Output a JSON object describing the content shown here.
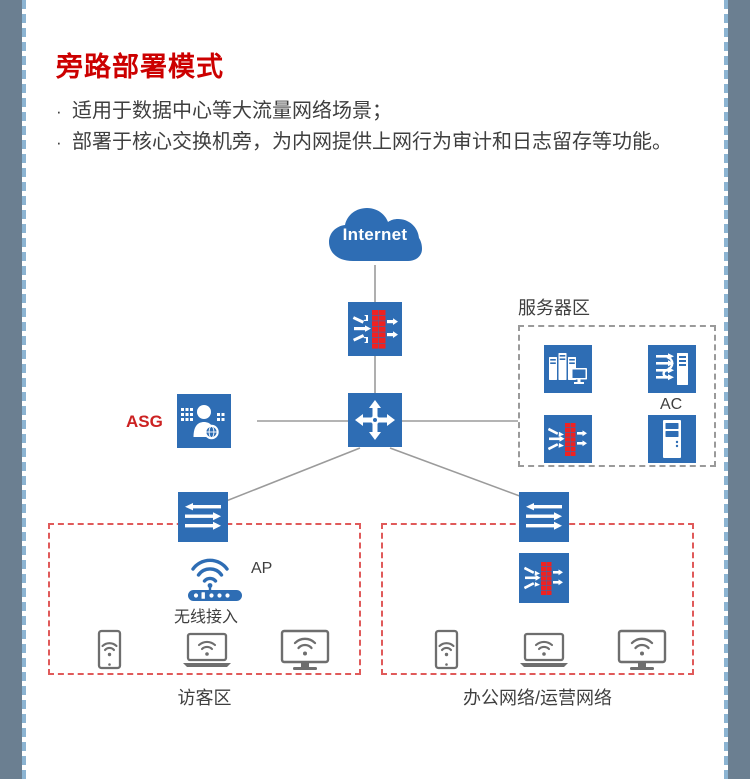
{
  "header": {
    "title": "旁路部署模式",
    "bullets": [
      {
        "marker": "·",
        "text": "适用于数据中心等大流量网络场景；"
      },
      {
        "marker": "·",
        "text": "部署于核心交换机旁，为内网提供上网行为审计和日志留存等功能。"
      }
    ]
  },
  "diagram": {
    "cloud": {
      "label": "Internet",
      "icon": "cloud-icon"
    },
    "firewall_top": {
      "icon": "firewall-icon"
    },
    "core_router": {
      "icon": "router-icon"
    },
    "asg": {
      "label": "ASG",
      "icon": "asg-icon"
    },
    "server_zone": {
      "title": "服务器区",
      "items": [
        {
          "icon": "server-group-icon",
          "label": ""
        },
        {
          "icon": "access-controller-icon",
          "label": "AC"
        },
        {
          "icon": "firewall-icon",
          "label": ""
        },
        {
          "icon": "server-cabinet-icon",
          "label": ""
        }
      ]
    },
    "guest_zone": {
      "caption": "访客区",
      "switch": {
        "icon": "switch-icon"
      },
      "ap": {
        "label": "AP",
        "sublabel": "无线接入",
        "icon": "wireless-ap-icon"
      },
      "endpoints": [
        {
          "icon": "tablet-wifi-icon"
        },
        {
          "icon": "laptop-wifi-icon"
        },
        {
          "icon": "monitor-wifi-icon"
        }
      ]
    },
    "office_zone": {
      "caption": "办公网络/运营网络",
      "switch": {
        "icon": "switch-icon"
      },
      "firewall": {
        "icon": "firewall-icon"
      },
      "endpoints": [
        {
          "icon": "tablet-wifi-icon"
        },
        {
          "icon": "laptop-wifi-icon"
        },
        {
          "icon": "monitor-wifi-icon"
        }
      ]
    }
  },
  "colors": {
    "title_red": "#cc0000",
    "device_blue": "#2e6db4",
    "brick_red": "#ee2222",
    "zone_red_dash": "#e05a5a",
    "zone_gray_dash": "#9a9a9a",
    "endpoint_gray": "#6e6e6e",
    "frame_gray": "#6b7f91",
    "frame_dash_blue": "#8cb4d2",
    "wire_gray": "#9b9b9b"
  }
}
